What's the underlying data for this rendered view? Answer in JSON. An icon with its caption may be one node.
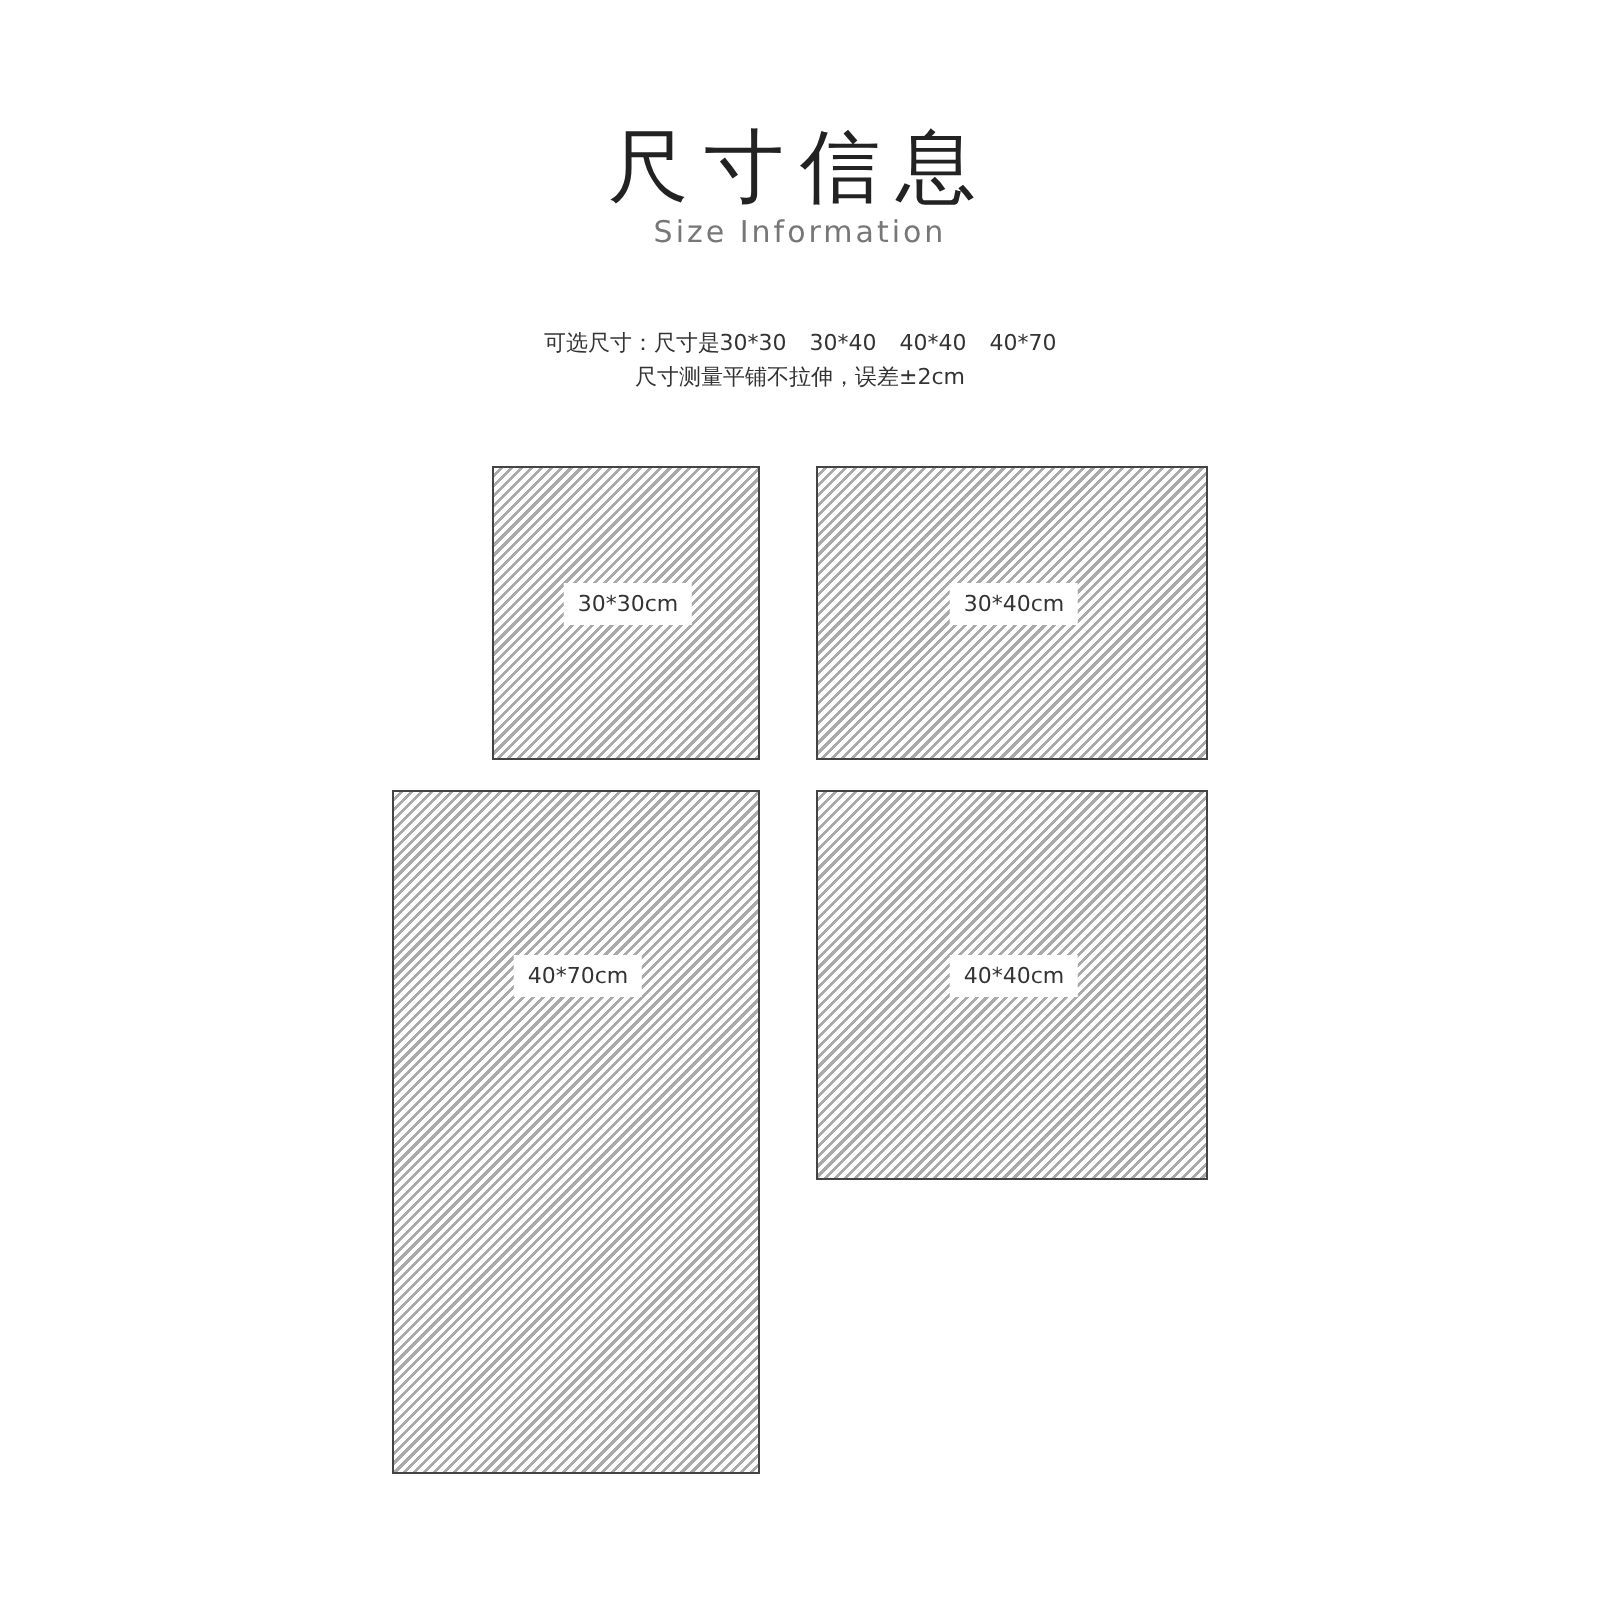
{
  "diagram": {
    "title": "尺寸信息",
    "nodes": [
      {
        "text": [
          "30*30cm"
        ]
      },
      {
        "text": [
          "30*40cm"
        ]
      },
      {
        "text": [
          "40*70cm"
        ]
      },
      {
        "text": [
          "40*40cm"
        ]
      }
    ],
    "labels": [
      "Size Information",
      "可选尺寸：尺寸是30*30 30*40 40*40 40*70",
      "尺寸测量平铺不拉伸，误差±2cm"
    ]
  }
}
